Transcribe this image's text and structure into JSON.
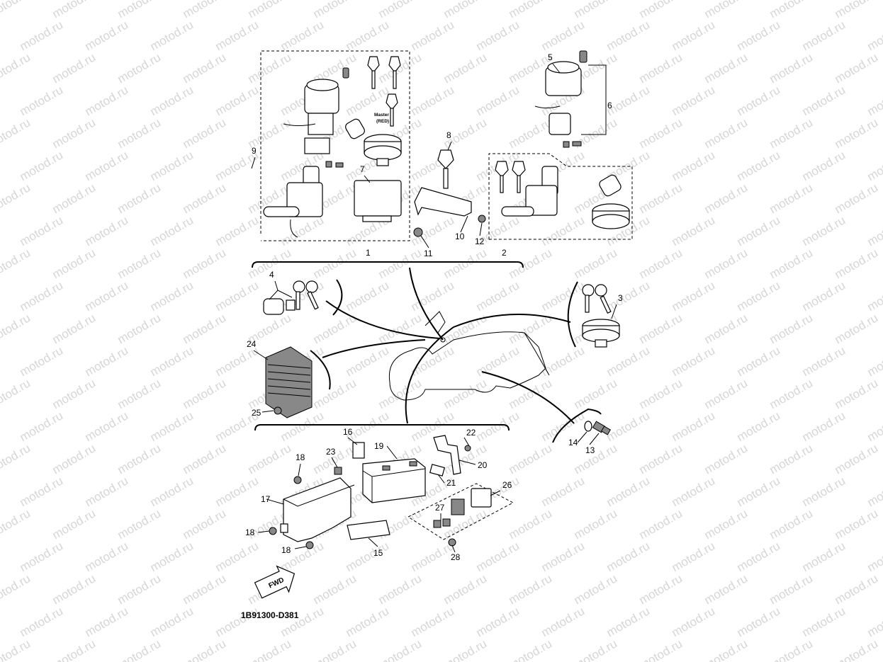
{
  "watermark": "motod.ru",
  "drawing_code": "1B91300-D381",
  "fwd_label": "FWD",
  "master_key_note": [
    "Master",
    "(RED)"
  ],
  "callouts": {
    "c1": "1",
    "c2": "2",
    "c3": "3",
    "c4": "4",
    "c5": "5",
    "c6": "6",
    "c7": "7",
    "c8": "8",
    "c9": "9",
    "c10": "10",
    "c11": "11",
    "c12": "12",
    "c13": "13",
    "c14": "14",
    "c15": "15",
    "c16": "16",
    "c17": "17",
    "c18a": "18",
    "c18b": "18",
    "c18c": "18",
    "c19": "19",
    "c20": "20",
    "c21": "21",
    "c22": "22",
    "c23": "23",
    "c24": "24",
    "c25": "25",
    "c26": "26",
    "c27": "27",
    "c28": "28"
  }
}
